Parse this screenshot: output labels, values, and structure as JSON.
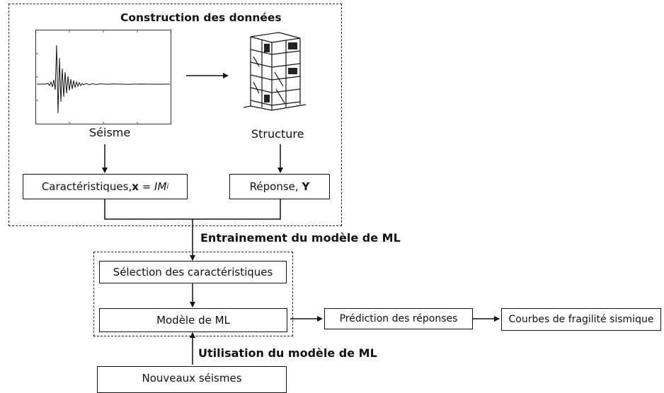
{
  "construction": {
    "title": "Construction des données",
    "seisme_label": "Séisme",
    "structure_label": "Structure",
    "features_box": {
      "prefix": "Caractéristiques, ",
      "var": "x",
      "equals": " = ",
      "im": "IM",
      "sub": "i"
    },
    "response_box": {
      "prefix": "Réponse, ",
      "var": "Y"
    }
  },
  "training_label": "Entrainement du modèle de ML",
  "model": {
    "selection_label": "Sélection des caractéristiques",
    "ml_label": "Modèle de ML"
  },
  "outputs": {
    "prediction_label": "Prédiction des réponses",
    "fragility_label": "Courbes de fragilité sismique"
  },
  "usage_label": "Utilisation du modèle de ML",
  "new_quakes_label": "Nouveaux séismes"
}
